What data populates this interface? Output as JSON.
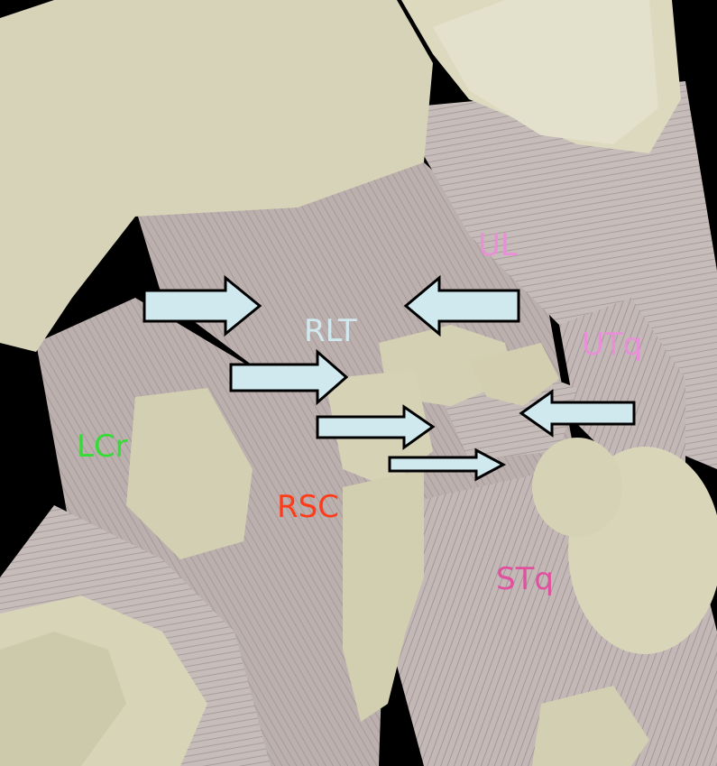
{
  "labels": {
    "ul": "UL",
    "rlt": "RLT",
    "utq": "UTq",
    "lcr": "LCr",
    "rsc": "RSC",
    "stq": "STq"
  },
  "colors": {
    "background": "#000000",
    "bone": "#d9d6bd",
    "bone_shadow": "#b7b39a",
    "muscle": "#b9adab",
    "muscle_dark": "#8f8381",
    "arrow_fill": "#cfe9ee",
    "arrow_stroke": "#000000",
    "ul": "#e98fd8",
    "rlt": "#cfe9ee",
    "utq": "#e98fd8",
    "lcr": "#33dd33",
    "rsc": "#ff3b1a",
    "stq": "#e0509f"
  },
  "icons": {
    "arrow_right": "arrow-right-icon",
    "arrow_left": "arrow-left-icon"
  }
}
